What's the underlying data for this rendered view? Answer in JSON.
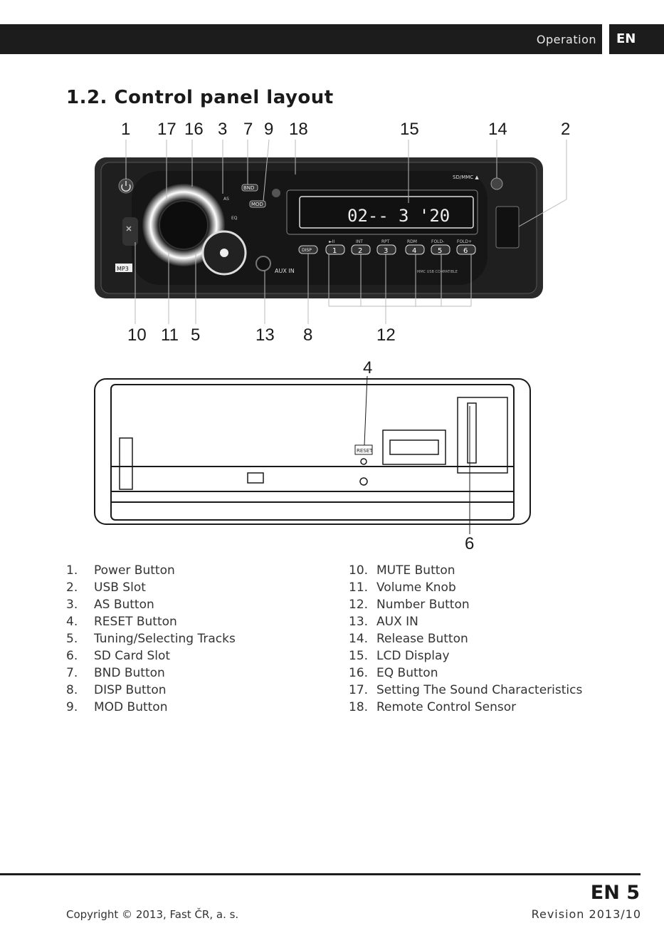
{
  "header": {
    "section": "Operation",
    "lang": "EN"
  },
  "title": "1.2.  Control panel layout",
  "figure_front": {
    "callouts_top": [
      "1",
      "17",
      "16",
      "3",
      "7",
      "9",
      "18",
      "15",
      "14",
      "2"
    ],
    "callouts_bottom": [
      "10",
      "11",
      "5",
      "13",
      "8",
      "12"
    ],
    "panel_labels": {
      "bnd": "BND",
      "mod": "MOD",
      "as": "AS",
      "eq": "EQ",
      "disp": "DISP",
      "sd_mmc": "SD/MMC ▲",
      "aux_in": "AUX IN",
      "mp3": "MP3",
      "lcd_left": "02--",
      "lcd_right": "3 '20",
      "brand_strip": "MMC USB COMPATIBLE"
    },
    "number_keys": [
      {
        "num": "1",
        "cap": "►II"
      },
      {
        "num": "2",
        "cap": "INT"
      },
      {
        "num": "3",
        "cap": "RPT"
      },
      {
        "num": "4",
        "cap": "RDM"
      },
      {
        "num": "5",
        "cap": "FOLD-"
      },
      {
        "num": "6",
        "cap": "FOLD+"
      }
    ]
  },
  "figure_back": {
    "callout_top": "4",
    "callout_bottom": "6",
    "reset_label": "RESET"
  },
  "legend_left": [
    {
      "num": "1.",
      "label": "Power Button"
    },
    {
      "num": "2.",
      "label": "USB Slot"
    },
    {
      "num": "3.",
      "label": "AS Button"
    },
    {
      "num": "4.",
      "label": "RESET Button"
    },
    {
      "num": "5.",
      "label": "Tuning/Selecting Tracks"
    },
    {
      "num": "6.",
      "label": "SD Card Slot"
    },
    {
      "num": "7.",
      "label": "BND Button"
    },
    {
      "num": "8.",
      "label": "DISP Button"
    },
    {
      "num": "9.",
      "label": "MOD Button"
    }
  ],
  "legend_right": [
    {
      "num": "10.",
      "label": "MUTE Button"
    },
    {
      "num": "11.",
      "label": "Volume Knob"
    },
    {
      "num": "12.",
      "label": "Number Button"
    },
    {
      "num": "13.",
      "label": "AUX IN"
    },
    {
      "num": "14.",
      "label": "Release Button"
    },
    {
      "num": "15.",
      "label": "LCD Display"
    },
    {
      "num": "16.",
      "label": "EQ Button"
    },
    {
      "num": "17.",
      "label": "Setting The Sound Characteristics"
    },
    {
      "num": "18.",
      "label": "Remote Control Sensor"
    }
  ],
  "footer": {
    "page": "EN 5",
    "copyright": "Copyright © 2013, Fast ČR, a. s.",
    "revision": "Revision 2013/10"
  }
}
